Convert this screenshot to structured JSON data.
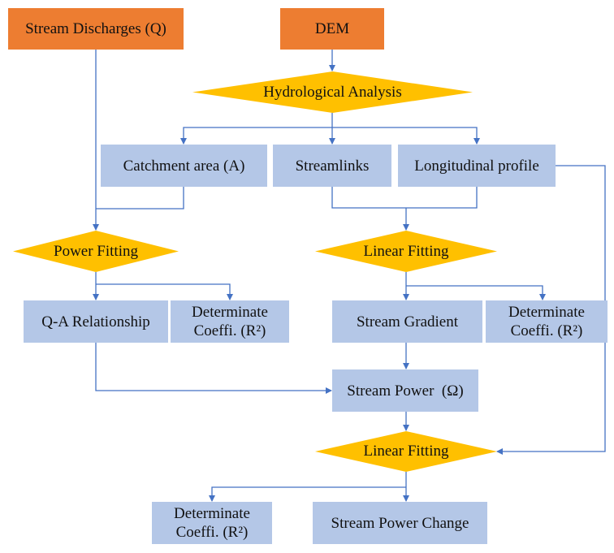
{
  "colors": {
    "input": "#ED7D31",
    "decision": "#FFC000",
    "process": "#B4C7E7",
    "connector": "#4472C4"
  },
  "nodes": {
    "stream_discharges": "Stream Discharges (Q)",
    "dem": "DEM",
    "hydrological_analysis": "Hydrological Analysis",
    "catchment_area": "Catchment area (A)",
    "streamlinks": "Streamlinks",
    "longitudinal_profile": "Longitudinal profile",
    "power_fitting": "Power Fitting",
    "linear_fitting_1": "Linear Fitting",
    "qa_relationship": "Q-A Relationship",
    "det_coeff_1_line1": "Determinate",
    "det_coeff_1_line2": "Coeffi. (R²)",
    "stream_gradient": "Stream Gradient",
    "det_coeff_2_line1": "Determinate",
    "det_coeff_2_line2": "Coeffi. (R²)",
    "stream_power": "Stream Power  (Ω)",
    "linear_fitting_2": "Linear Fitting",
    "det_coeff_3_line1": "Determinate",
    "det_coeff_3_line2": "Coeffi. (R²)",
    "stream_power_change": "Stream Power Change"
  },
  "edges": [
    {
      "from": "DEM",
      "to": "Hydrological Analysis"
    },
    {
      "from": "Hydrological Analysis",
      "to": "Catchment area (A)"
    },
    {
      "from": "Hydrological Analysis",
      "to": "Streamlinks"
    },
    {
      "from": "Hydrological Analysis",
      "to": "Longitudinal profile"
    },
    {
      "from": "Stream Discharges (Q)",
      "to": "Power Fitting"
    },
    {
      "from": "Catchment area (A)",
      "to": "Power Fitting"
    },
    {
      "from": "Streamlinks",
      "to": "Linear Fitting"
    },
    {
      "from": "Longitudinal profile",
      "to": "Linear Fitting"
    },
    {
      "from": "Power Fitting",
      "to": "Q-A Relationship"
    },
    {
      "from": "Power Fitting",
      "to": "Determinate Coeffi. (R²)"
    },
    {
      "from": "Linear Fitting",
      "to": "Stream Gradient"
    },
    {
      "from": "Linear Fitting",
      "to": "Determinate Coeffi. (R²)"
    },
    {
      "from": "Stream Gradient",
      "to": "Stream Power (Ω)"
    },
    {
      "from": "Q-A Relationship",
      "to": "Stream Power (Ω)"
    },
    {
      "from": "Stream Power (Ω)",
      "to": "Linear Fitting (2)"
    },
    {
      "from": "Longitudinal profile",
      "to": "Linear Fitting (2)"
    },
    {
      "from": "Linear Fitting (2)",
      "to": "Determinate Coeffi. (R²) (3)"
    },
    {
      "from": "Linear Fitting (2)",
      "to": "Stream Power Change"
    }
  ]
}
